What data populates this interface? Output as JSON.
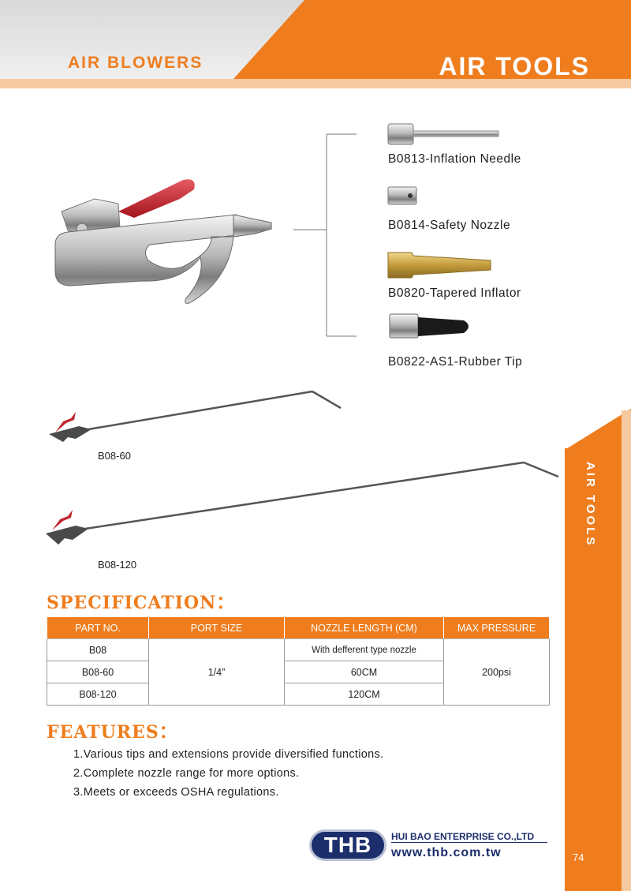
{
  "header": {
    "left_title": "AIR BLOWERS",
    "right_title": "AIR TOOLS"
  },
  "side_tab": {
    "label": "AIR TOOLS",
    "page_number": "74"
  },
  "accessories": [
    {
      "label": "B0813-Inflation Needle"
    },
    {
      "label": "B0814-Safety Nozzle"
    },
    {
      "label": "B0820-Tapered Inflator"
    },
    {
      "label": "B0822-AS1-Rubber Tip"
    }
  ],
  "extensions": [
    {
      "label": "B08-60"
    },
    {
      "label": "B08-120"
    }
  ],
  "specification": {
    "heading": "SPECIFICATION：",
    "headers": [
      "PART NO.",
      "PORT SIZE",
      "NOZZLE LENGTH (CM)",
      "MAX PRESSURE"
    ],
    "parts": [
      "B08",
      "B08-60",
      "B08-120"
    ],
    "port_size": "1/4”",
    "nozzle_lengths": [
      "With defferent type nozzle",
      "60CM",
      "120CM"
    ],
    "max_pressure": "200psi"
  },
  "features": {
    "heading": "FEATURES：",
    "items": [
      "1.Various tips and extensions provide diversified functions.",
      "2.Complete nozzle range for more options.",
      "3.Meets or exceeds OSHA regulations."
    ]
  },
  "logo": {
    "mark": "THB",
    "company": "HUI BAO ENTERPRISE CO.,LTD",
    "website": "www.thb.com.tw"
  },
  "colors": {
    "accent": "#ef7d1e",
    "navy": "#1c2e6b",
    "light_accent": "#f6c9a0"
  }
}
